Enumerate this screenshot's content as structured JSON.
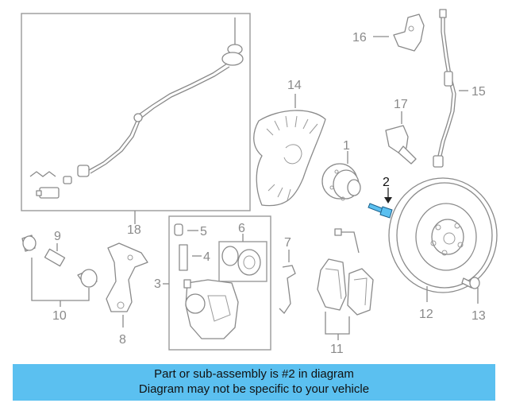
{
  "callouts": {
    "c1": "1",
    "c2": "2",
    "c3": "3",
    "c4": "4",
    "c5": "5",
    "c6": "6",
    "c7": "7",
    "c8": "8",
    "c9": "9",
    "c10": "10",
    "c11": "11",
    "c12": "12",
    "c13": "13",
    "c14": "14",
    "c15": "15",
    "c16": "16",
    "c17": "17",
    "c18": "18"
  },
  "highlight": {
    "callout": "2",
    "color": "#5bc0f0"
  },
  "banner": {
    "line1": "Part or sub-assembly is #2 in diagram",
    "line2": "Diagram may not be specific to your vehicle",
    "background": "#5bc0f0"
  }
}
